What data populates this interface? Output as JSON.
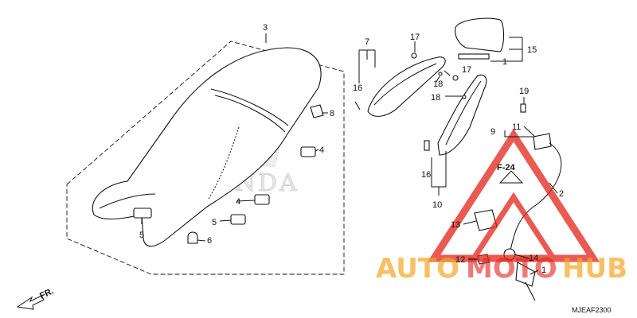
{
  "diagram": {
    "drawing_code": "MJEAF2300",
    "front_marker": "FR.",
    "reference": "F-24",
    "watermark": {
      "brand_text_1": "AUTO",
      "brand_text_2": "MOTO",
      "brand_text_3": "HUB",
      "color_orange": "#f5a623",
      "color_red": "#e2231a"
    },
    "background_logo_text": "HONDA",
    "callouts": {
      "c1a": "1",
      "c1b": "1",
      "c2": "2",
      "c3": "3",
      "c4a": "4",
      "c4b": "4",
      "c5a": "5",
      "c5b": "5",
      "c6": "6",
      "c7": "7",
      "c8": "8",
      "c9": "9",
      "c10": "10",
      "c11": "11",
      "c12": "12",
      "c13": "13",
      "c14": "14",
      "c15": "15",
      "c16a": "16",
      "c16b": "16",
      "c17a": "17",
      "c17b": "17",
      "c18a": "18",
      "c18b": "18",
      "c19": "19"
    }
  }
}
